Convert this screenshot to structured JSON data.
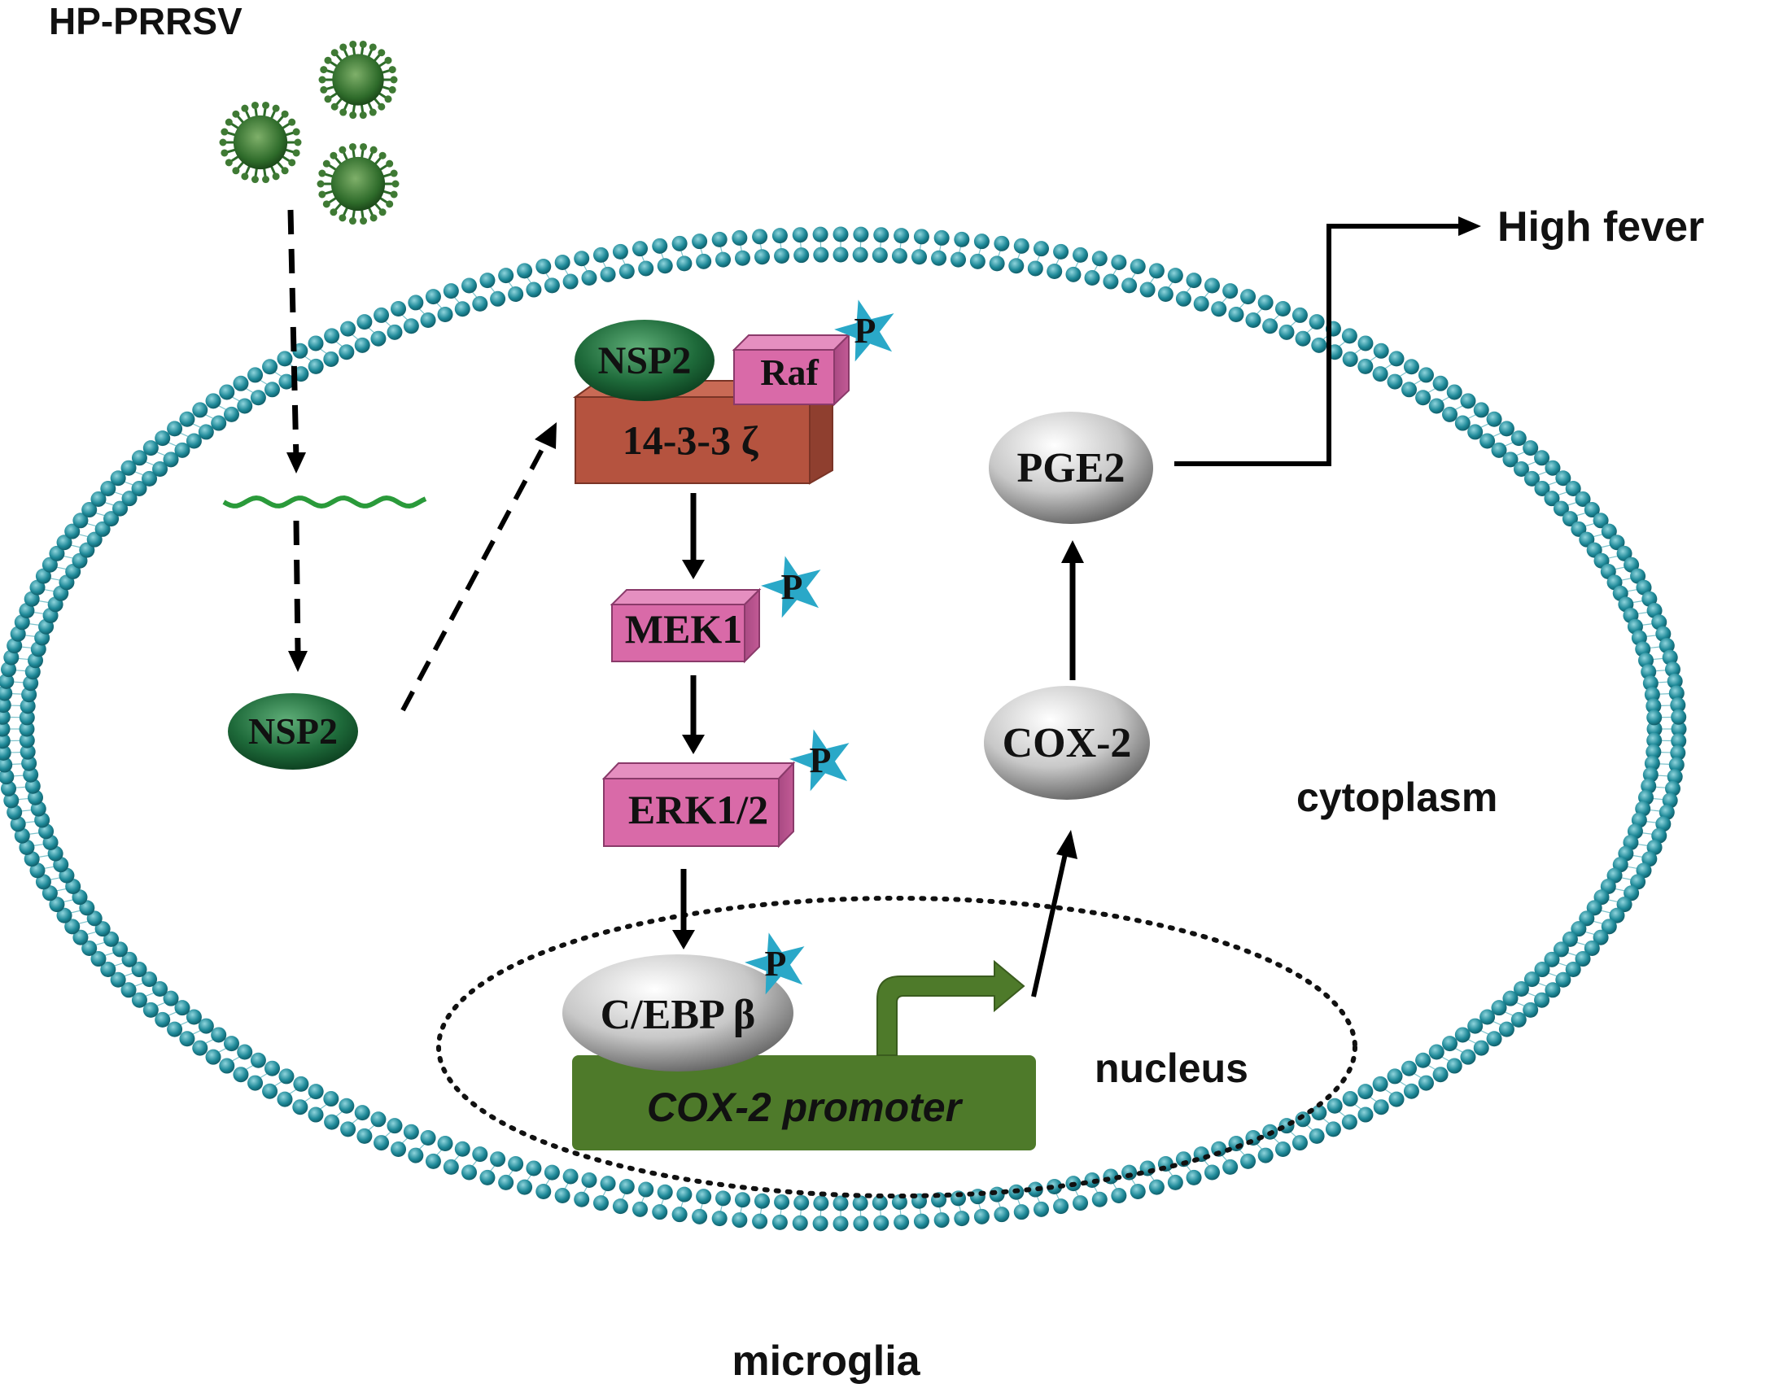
{
  "labels": {
    "virus": "HP-PRRSV",
    "high_fever": "High fever",
    "cytoplasm": "cytoplasm",
    "nucleus": "nucleus",
    "cell": "microglia",
    "promoter": "COX-2 promoter"
  },
  "molecules": {
    "nsp2_lower": "NSP2",
    "nsp2_upper": "NSP2",
    "raf": "Raf",
    "protein_1433": "14-3-3 ζ",
    "mek1": "MEK1",
    "erk": "ERK1/2",
    "cebp": "C/EBP β",
    "cox2": "COX-2",
    "pge2": "PGE2"
  },
  "phospho": {
    "raf": "P",
    "mek1": "P",
    "erk": "P",
    "cebp": "P"
  },
  "colors": {
    "membrane_bead": "#1f8a99",
    "virus": "#2e6b2a",
    "rna": "#2a9a3a",
    "nsp2": "#1e6a3a",
    "kinase_pink": "#d96aa8",
    "protein_1433": "#b5533f",
    "grey_oval": "#b8b8b8",
    "promoter_green": "#4e7a2a",
    "star": "#2aa8c8"
  }
}
